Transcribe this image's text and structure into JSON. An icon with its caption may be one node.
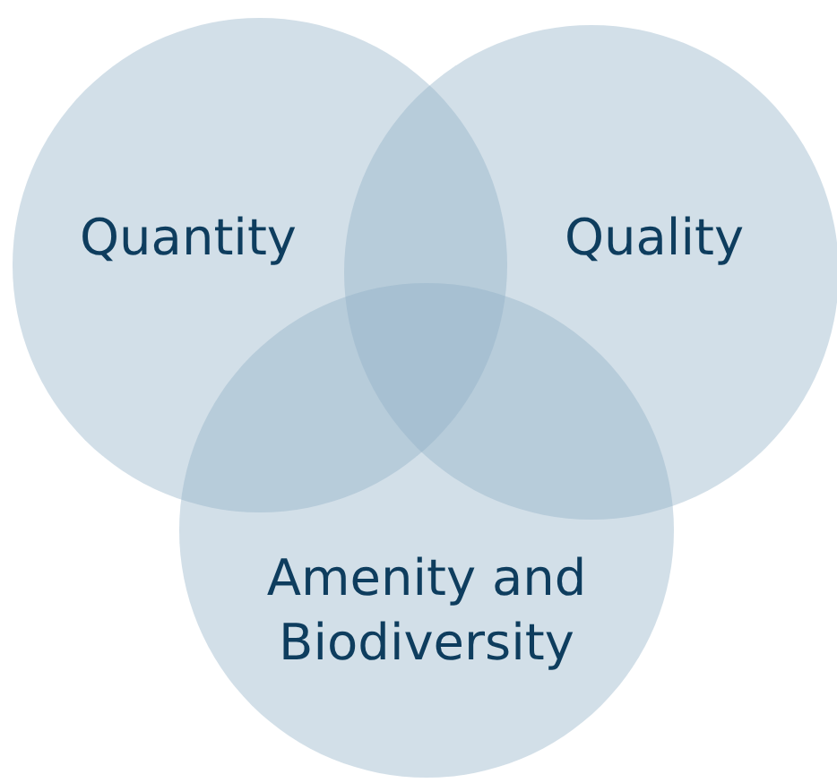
{
  "diagram": {
    "nodes": [
      {
        "text": [
          "Quantity"
        ]
      },
      {
        "text": [
          "Quality"
        ]
      },
      {
        "text": [
          "Amenity and Biodiversity"
        ]
      }
    ]
  }
}
